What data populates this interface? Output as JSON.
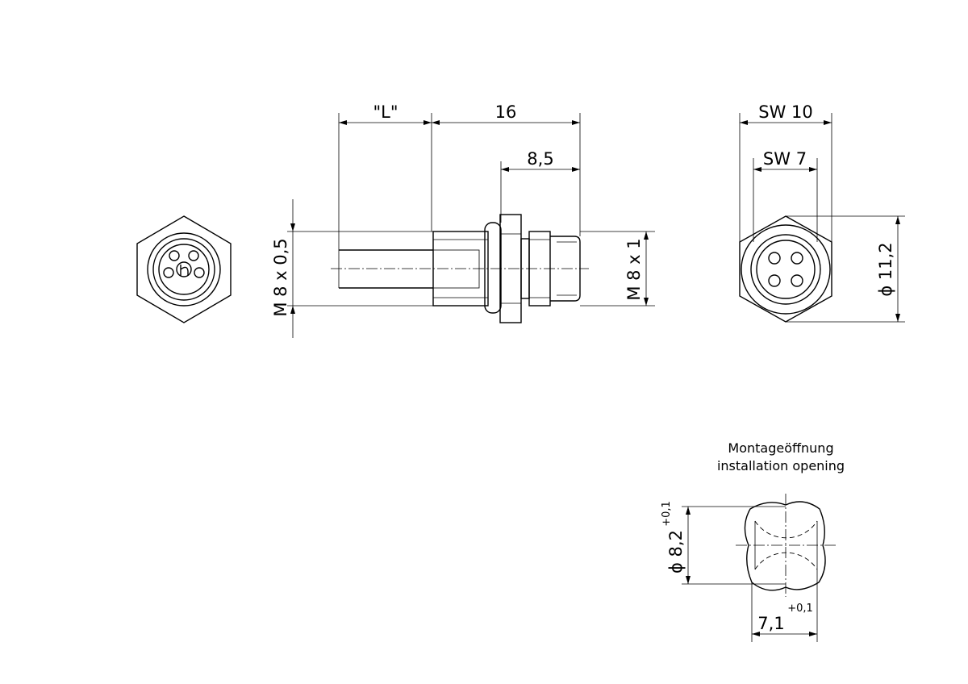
{
  "dimensions": {
    "length_L": "\"L\"",
    "body_length": "16",
    "thread_length": "8,5",
    "panel_thread": "M 8 x 0,5",
    "connector_thread": "M 8 x 1",
    "wrench_large": "SW 10",
    "wrench_small": "SW 7",
    "diameter_flange": "ϕ 11,2",
    "opening_diameter": "ϕ 8,2",
    "opening_diameter_tol": "+0,1",
    "opening_flat": "7,1",
    "opening_flat_tol": "+0,1"
  },
  "notes": {
    "opening_de": "Montageöffnung",
    "opening_en": "installation opening"
  }
}
